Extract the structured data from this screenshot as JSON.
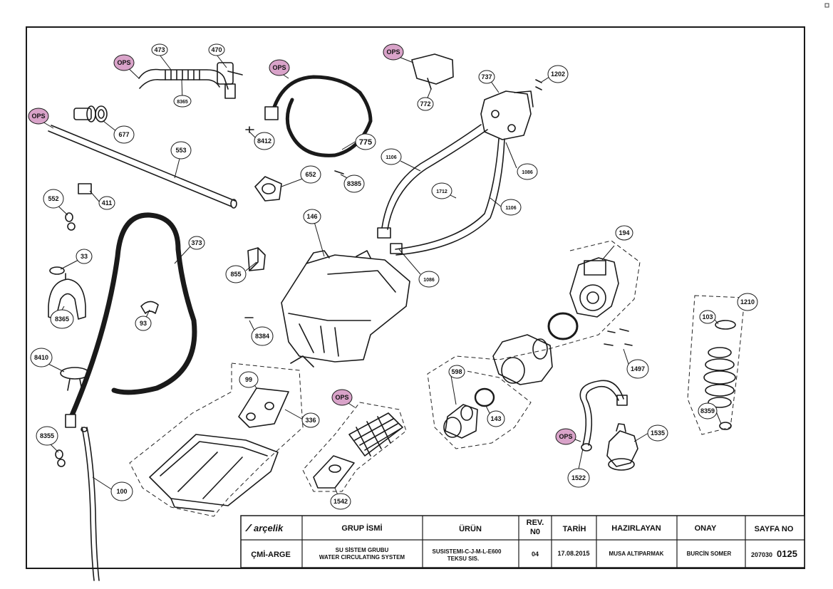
{
  "callouts": [
    "473",
    "470",
    "8365",
    "677",
    "553",
    "411",
    "552",
    "33",
    "8365",
    "93",
    "8410",
    "8355",
    "100",
    "373",
    "8412",
    "775",
    "652",
    "8385",
    "855",
    "8384",
    "146",
    "772",
    "737",
    "1202",
    "1106",
    "1712",
    "1106",
    "1086",
    "1086",
    "194",
    "1497",
    "598",
    "143",
    "1535",
    "1522",
    "1210",
    "103",
    "8359",
    "99",
    "336",
    "1542"
  ],
  "ops_label": "OPS",
  "title_block": {
    "logo_text": "arçelik",
    "dept": "ÇMİ-ARGE",
    "headers": {
      "group": "GRUP İSMİ",
      "product": "ÜRÜN",
      "rev": "REV.",
      "rev_no": "N0",
      "date": "TARİH",
      "prepared": "HAZIRLAYAN",
      "approved": "ONAY",
      "page": "SAYFA NO"
    },
    "values": {
      "group_tr": "SU SİSTEM GRUBU",
      "group_en": "WATER CIRCULATING SYSTEM",
      "product_1": "SUSISTEMI-C-J-M-L-E600",
      "product_2": "TEKSU SIS.",
      "rev": "04",
      "date": "17.08.2015",
      "prepared": "MUSA ALTIPARMAK",
      "approved": "BURCİN SOMER",
      "page_prefix": "207030",
      "page_suffix": "0125"
    }
  },
  "colors": {
    "ops": "#d9a3c9",
    "line": "#1a1a1a"
  }
}
